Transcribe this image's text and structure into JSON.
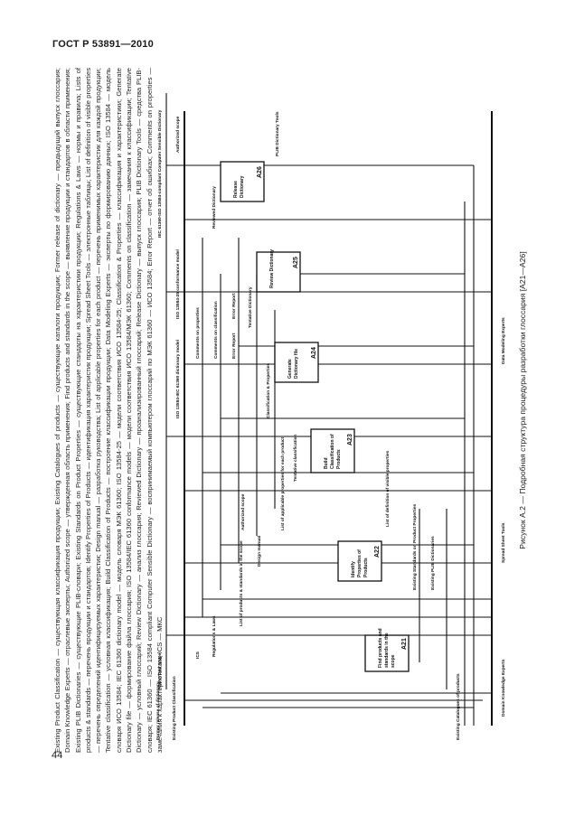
{
  "header": {
    "standard": "ГОСТ Р 53891—2010"
  },
  "footer": {
    "page_number": "44"
  },
  "legend": {
    "text": "Existing Product Classification — существующая классификация продукции; Existing Catalogues of products — существующие каталоги продукции; Former release of dictionary — предыдущий выпуск глоссария; Domain Knowledge Experts — отраслевые эксперты; Authorized scope — утвержденная область применения; Find products and standards in the scope — выявление продукции и стандартов в области применения; Existing PLIB Dictionaries — существующие PLIB-словари; Existing Standards on Product Properties — существующие стандарты на характеристики продукции; Regulations & Laws — нормы и правила; Lists of products & standards — перечень продукции и стандартов; Identify Properties of Products — идентификация характеристик продукции; Spread Sheet Tools — электронные таблицы; List of definition of visible properties — перечень определений идентифицируемых характеристик; Design manual — разработка руководства; List of applicable properties for each product — перечень применимых характеристик для каждой продукции; Tentative classification — условная классификация; Build Classification of Products — построение классификации продукции; Data Modeling Experts — эксперты по формированию данных; ISO 13584 — модель словаря ИСО 13584; IEC 61360 dictionary model — модель словаря МЭК 61360; ISO 13584-25 — модели соответствия ИСО 13584-25; Classification & Properties — классификация и характеристики; Generate Dictionary file — формирование файла глоссария; ISO 13584/IEC 61360 conformance models — модели соответствия ИСО 13584/МЭК 61360; Comments on classification — замечания к классификации; Tentative Dictionary — условный глоссарий; Review Dictionary — анализ глоссария; Reviewed Dictionary — проанализированный глоссарий; Release Dictionary — выпуск глоссария; PLIB Dictionary Tools — средства PLIB-словаря; IEC 61360 — ISO 13584 compliant Computer Sensible Dictionary — воспринимаемый компьютером глоссарий по МЭК 61360 — ИСО 13584; Error Report — отчет об ошибках; Comments on properties — замечания к характеристикам; ICS — МКС"
  },
  "caption": "Рисунок А.2 — Подробная структура процедуры разработки глоссария [A21—A26]",
  "diagram": {
    "boxes": [
      {
        "id": "A21",
        "label": "Find products and standards in the scope"
      },
      {
        "id": "A22",
        "label": "Identify Properties of Products"
      },
      {
        "id": "A23",
        "label": "Build Classification of Products"
      },
      {
        "id": "A24",
        "label": "Generate Dictionary file"
      },
      {
        "id": "A25",
        "label": "Review Dictionary"
      },
      {
        "id": "A26",
        "label": "Release Dictionary"
      }
    ],
    "labels": {
      "former_release": "Former release of dictionary",
      "existing_classification": "Existing Product Classification",
      "authorized_scope": "Authorized scope",
      "ics": "ICS",
      "regulations": "Regulations & Laws",
      "list_products": "List of products & standards in the scope",
      "design_manual": "Design manual",
      "list_applicable": "List of applicable properties for each product",
      "tentative_classification": "Tentative classification",
      "classification_props": "Classification & Properties",
      "tentative_dictionary": "Tentative Dictionary",
      "reviewed_dictionary": "Reviewed Dictionary",
      "csd": "IEC 61360-ISO 13584-compliant Computer Sensible Dictionary",
      "plib_tools": "PLIB Dictionary Tools",
      "authorized_scope2": "Authorized scope",
      "iso13584_25": "ISO 13584-25 conformance model",
      "iec61360_model": "ISO 13584-IEC 61360 dictionary model",
      "comments_props": "Comments on properties",
      "comments_class": "Comments on classification",
      "error_report": "Error Report",
      "error_report2": "Error Report",
      "list_definition": "List of definition of visible properties",
      "existing_standards": "Existing Standards on Product Properties",
      "existing_plib": "Existing PLIB Dictionaries",
      "existing_catalogues": "Existing Catalogues of products",
      "domain_experts": "Domain Knowledge Experts",
      "spread_sheet": "Spread Sheet Tools",
      "data_modeling": "Data Modeling Experts",
      "authorized_scope3": "Authorized scope"
    }
  }
}
